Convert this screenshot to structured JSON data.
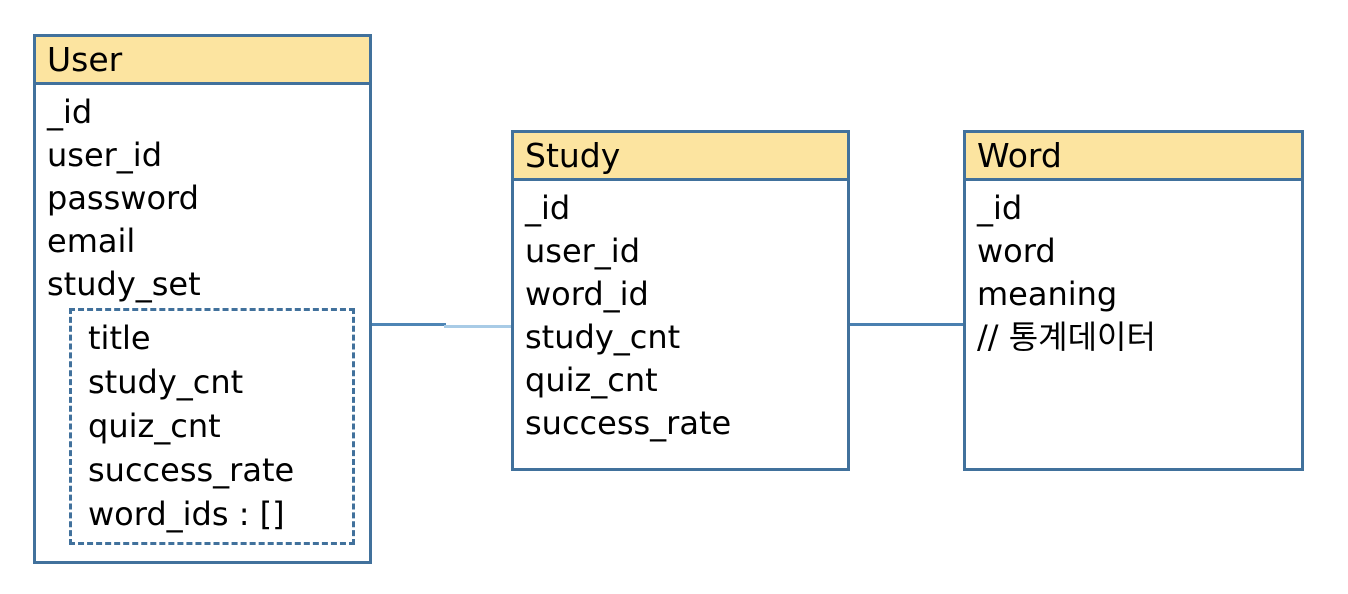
{
  "diagram": {
    "type": "entity-relationship-diagram",
    "title": "MongoDB collection schema diagram",
    "background_color": "#FFFFFF",
    "palette": {
      "header_fill": "#FCE4A0",
      "border": "#41719C",
      "connector": "#4E85B5",
      "connector_light": "#A8CBE6",
      "text": "#000000"
    },
    "entities": [
      {
        "id": "user",
        "name": "User",
        "fields": [
          {
            "label": "_id"
          },
          {
            "label": "user_id"
          },
          {
            "label": "password"
          },
          {
            "label": "email"
          },
          {
            "label": "study_set"
          }
        ],
        "nested": {
          "parent_field": "study_set",
          "style": "dashed",
          "fields": [
            {
              "label": "title"
            },
            {
              "label": "study_cnt"
            },
            {
              "label": "quiz_cnt"
            },
            {
              "label": "success_rate"
            },
            {
              "label": "word_ids : []"
            }
          ]
        }
      },
      {
        "id": "study",
        "name": "Study",
        "fields": [
          {
            "label": "_id"
          },
          {
            "label": "user_id"
          },
          {
            "label": "word_id"
          },
          {
            "label": "study_cnt"
          },
          {
            "label": "quiz_cnt"
          },
          {
            "label": "success_rate"
          }
        ]
      },
      {
        "id": "word",
        "name": "Word",
        "fields": [
          {
            "label": "_id"
          },
          {
            "label": "word"
          },
          {
            "label": "meaning"
          },
          {
            "label": "// 통계데이터"
          }
        ]
      }
    ],
    "relationships": [
      {
        "id": "user-study",
        "from": "user",
        "to": "study",
        "style": "solid-line"
      },
      {
        "id": "study-word",
        "from": "study",
        "to": "word",
        "style": "solid-line"
      }
    ]
  }
}
